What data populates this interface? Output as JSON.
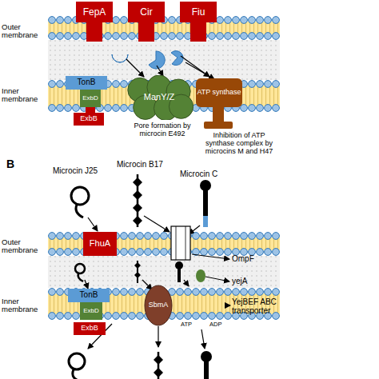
{
  "diagram": {
    "nodes": [
      {
        "text": [
          "FepA"
        ]
      },
      {
        "text": [
          "Cir"
        ]
      },
      {
        "text": [
          "Fiu"
        ]
      },
      {
        "text": [
          "TonB"
        ]
      },
      {
        "text": [
          "ExbD"
        ]
      },
      {
        "text": [
          "ExbB"
        ]
      },
      {
        "text": [
          "ManY/Z"
        ]
      },
      {
        "text": [
          "ATP synthase"
        ]
      },
      {
        "text": [
          "FhuA"
        ]
      },
      {
        "text": [
          "TonB"
        ]
      },
      {
        "text": [
          "ExbD"
        ]
      },
      {
        "text": [
          "ExbB"
        ]
      },
      {
        "text": [
          "SbmA"
        ]
      }
    ],
    "labels": [
      "Outer membrane",
      "Inner membrane",
      "Pore formation by microcin E492",
      "Inhibition of ATP synthase complex by microcins M and H47",
      "B",
      "Microcin J25",
      "Microcin B17",
      "Microcin C",
      "Outer membrane",
      "OmpF",
      "yejA",
      "Inner membrane",
      "YejBEF ABC transporter",
      "ATP",
      "ADP"
    ]
  }
}
